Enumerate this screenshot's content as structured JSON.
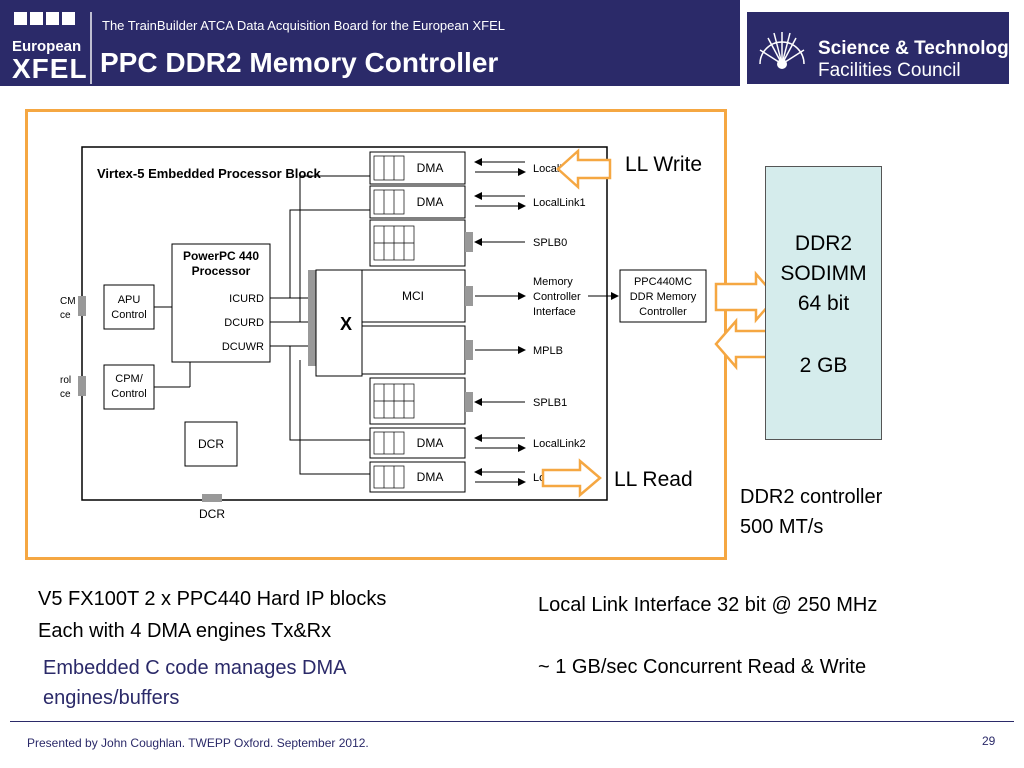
{
  "header": {
    "logo_line1": "European",
    "logo_line2": "XFEL",
    "subtitle": "The TrainBuilder ATCA Data Acquisition Board for the European XFEL",
    "title": "PPC DDR2 Memory Controller",
    "right_logo_line1": "Science & Technology",
    "right_logo_line2": "Facilities Council"
  },
  "diagram": {
    "block_title": "Virtex-5 Embedded Processor Block",
    "ppc_line1": "PowerPC 440",
    "ppc_line2": "Processor",
    "icurd": "ICURD",
    "dcurd": "DCURD",
    "dcuwr": "DCUWR",
    "apu_line1": "APU",
    "apu_line2": "Control",
    "cpm_line1": "CPM/",
    "cpm_line2": "Control",
    "dcr": "DCR",
    "dcr_bottom": "DCR",
    "crossbar": "X",
    "mci": "MCI",
    "dma": "DMA",
    "left_cut_1a": "CM",
    "left_cut_1b": "ce",
    "left_cut_2a": "rol",
    "left_cut_2b": "ce",
    "locallink0": "LocalLink0",
    "locallink1": "LocalLink1",
    "splb0": "SPLB0",
    "mem_if_1": "Memory",
    "mem_if_2": "Controller",
    "mem_if_3": "Interface",
    "ppc440mc_1": "PPC440MC",
    "ppc440mc_2": "DDR Memory",
    "ppc440mc_3": "Controller",
    "mplb": "MPLB",
    "splb1": "SPLB1",
    "locallink2": "LocalLink2",
    "locallink3": "LocalLink3"
  },
  "annotations": {
    "ll_write": "LL Write",
    "ll_read": "LL Read",
    "sodimm_1": "DDR2",
    "sodimm_2": "SODIMM",
    "sodimm_3": "64 bit",
    "sodimm_4": "2 GB",
    "ctrl_1": "DDR2 controller",
    "ctrl_2": "500 MT/s"
  },
  "bullets": {
    "left_1": "V5 FX100T  2 x PPC440  Hard IP blocks",
    "left_2": "Each with 4 DMA engines  Tx&Rx",
    "left_3": "Embedded C code manages DMA",
    "left_4": "engines/buffers",
    "right_1": "Local Link Interface  32 bit @ 250 MHz",
    "right_2": "~ 1 GB/sec Concurrent Read & Write"
  },
  "footer": {
    "text": "Presented by John Coughlan. TWEPP Oxford. September  2012.",
    "page": "29"
  },
  "colors": {
    "header_bg": "#2b2a69",
    "frame_orange": "#f5a742",
    "sodimm_fill": "#d5ecec"
  }
}
